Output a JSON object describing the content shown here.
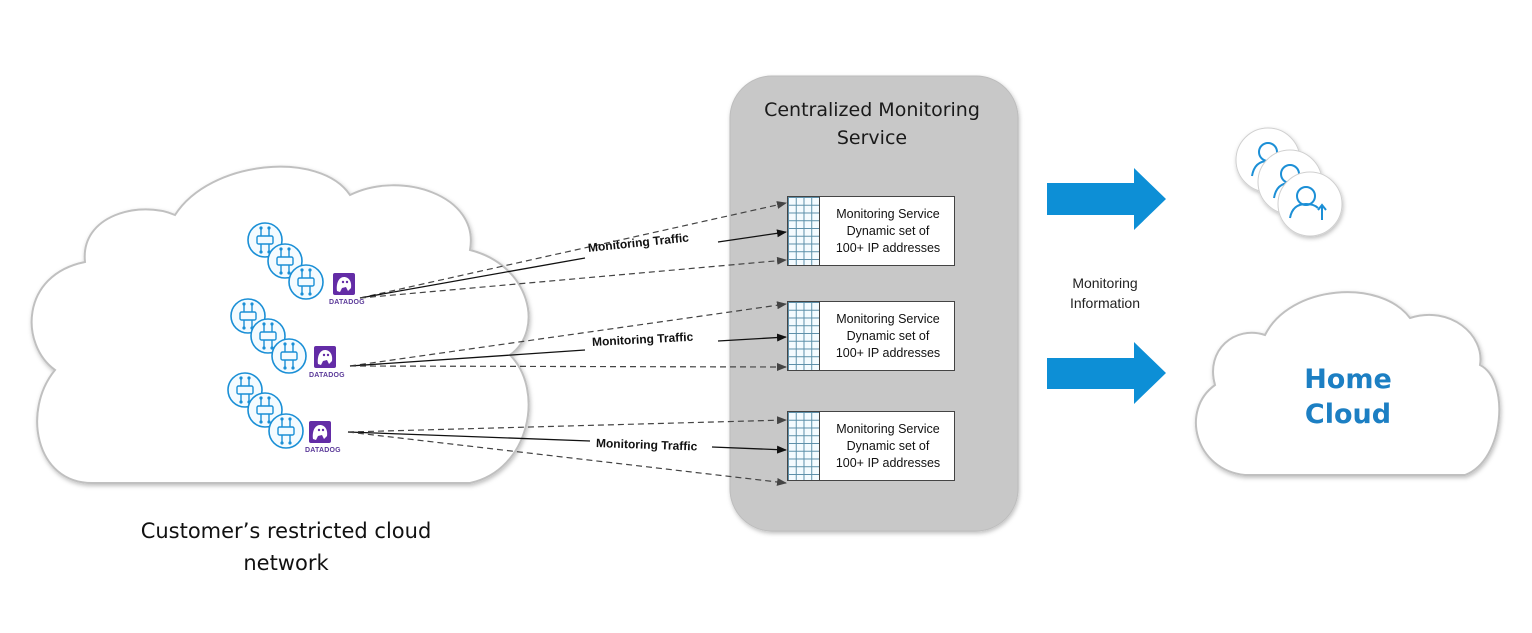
{
  "colors": {
    "accent_blue": "#1a8fd6",
    "home_cloud_text": "#1c7fc3",
    "service_panel": "#c8c8c8",
    "datadog_purple": "#632ca6"
  },
  "central_service": {
    "title": "Centralized Monitoring Service",
    "nodes": [
      {
        "line1": "Monitoring Service",
        "line2": "Dynamic set of",
        "line3": "100+ IP addresses"
      },
      {
        "line1": "Monitoring Service",
        "line2": "Dynamic set of",
        "line3": "100+ IP addresses"
      },
      {
        "line1": "Monitoring Service",
        "line2": "Dynamic set of",
        "line3": "100+ IP addresses"
      }
    ]
  },
  "traffic_labels": [
    "Monitoring Traffic",
    "Monitoring Traffic",
    "Monitoring Traffic"
  ],
  "agent_groups": [
    {
      "brand": "DATADOG",
      "icon": "microservice-icon"
    },
    {
      "brand": "DATADOG",
      "icon": "microservice-icon"
    },
    {
      "brand": "DATADOG",
      "icon": "microservice-icon"
    }
  ],
  "customer_cloud": {
    "label_line1": "Customer’s restricted cloud",
    "label_line2": "network"
  },
  "monitoring_info": {
    "line1": "Monitoring",
    "line2": "Information"
  },
  "home_cloud": {
    "line1": "Home",
    "line2": "Cloud"
  },
  "users_icon": "users-icon"
}
